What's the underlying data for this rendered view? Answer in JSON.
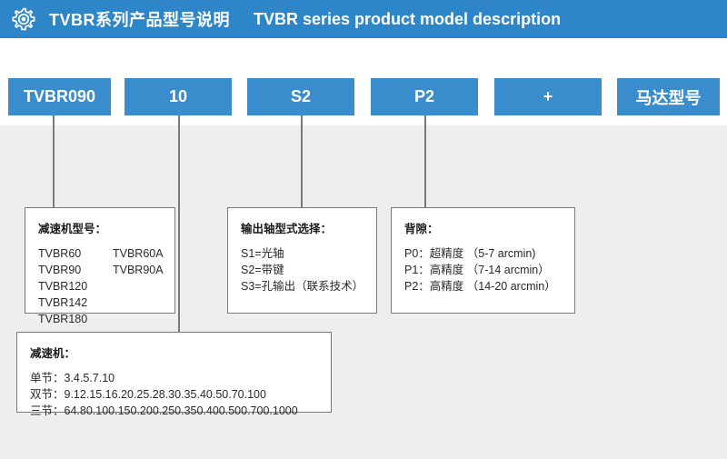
{
  "header": {
    "icon": "gear-icon",
    "title_cn": "TVBR系列产品型号说明",
    "title_en": "TVBR series product model description",
    "background_color": "#2e86c8"
  },
  "model_code": {
    "box_color": "#3a8dcc",
    "segments": [
      {
        "id": "frame-size",
        "label": "TVBR090"
      },
      {
        "id": "ratio",
        "label": "10"
      },
      {
        "id": "shaft-type",
        "label": "S2"
      },
      {
        "id": "backlash",
        "label": "P2"
      },
      {
        "id": "plus",
        "label": "+"
      },
      {
        "id": "motor-model",
        "label": "马达型号"
      }
    ]
  },
  "details": {
    "models": {
      "title": "减速机型号：",
      "rows": [
        {
          "left": "TVBR60",
          "right": "TVBR60A"
        },
        {
          "left": "TVBR90",
          "right": "TVBR90A"
        },
        {
          "left": "TVBR120",
          "right": ""
        },
        {
          "left": "TVBR142",
          "right": ""
        },
        {
          "left": "TVBR180",
          "right": ""
        }
      ]
    },
    "shaft": {
      "title": "输出轴型式选择：",
      "lines": [
        "S1=光轴",
        "S2=带键",
        "S3=孔输出（联系技术）"
      ]
    },
    "backlash": {
      "title": "背隙：",
      "lines": [
        "P0：超精度 （5-7 arcmin)",
        "P1：高精度 （7-14 arcmin）",
        "P2：高精度 （14-20 arcmin）"
      ]
    },
    "ratio": {
      "title": "减速机：",
      "lines": [
        "单节：3.4.5.7.10",
        "双节：9.12.15.16.20.25.28.30.35.40.50.70.100",
        "三节：64.80.100.150.200.250.350.400.500.700.1000"
      ]
    }
  },
  "style": {
    "band_color": "#eeeeee",
    "line_color": "#7a7a7a",
    "text_color": "#2a2a2a"
  }
}
